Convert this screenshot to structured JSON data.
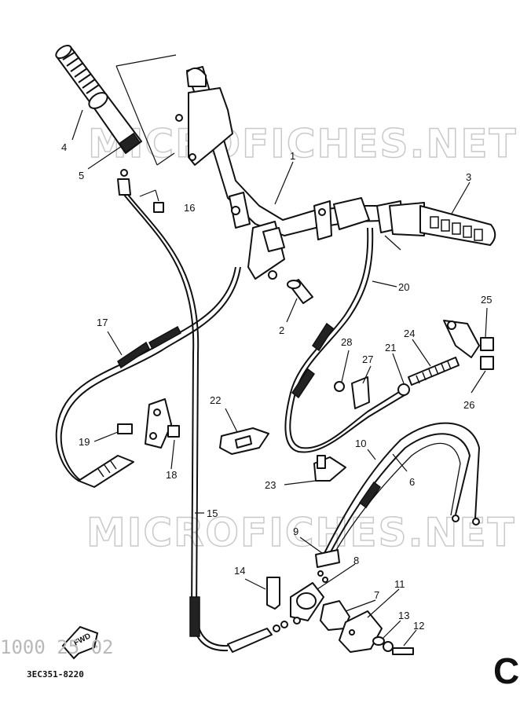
{
  "watermark_text": "MICROFICHES.NET",
  "stamp_text": "1000 25 02",
  "catalog_number": "3EC351-8220",
  "section_letter": "C",
  "fwd_label": "FWD",
  "callouts": {
    "p1": "1",
    "p2": "2",
    "p3": "3",
    "p4": "4",
    "p5": "5",
    "p6": "6",
    "p7": "7",
    "p8": "8",
    "p9": "9",
    "p10": "10",
    "p11": "11",
    "p12": "12",
    "p13": "13",
    "p14": "14",
    "p15": "15",
    "p16": "16",
    "p17": "17",
    "p18": "18",
    "p19": "19",
    "p20": "20",
    "p21": "21",
    "p22": "22",
    "p23": "23",
    "p24": "24",
    "p25": "25",
    "p26": "26",
    "p27": "27",
    "p28": "28"
  }
}
